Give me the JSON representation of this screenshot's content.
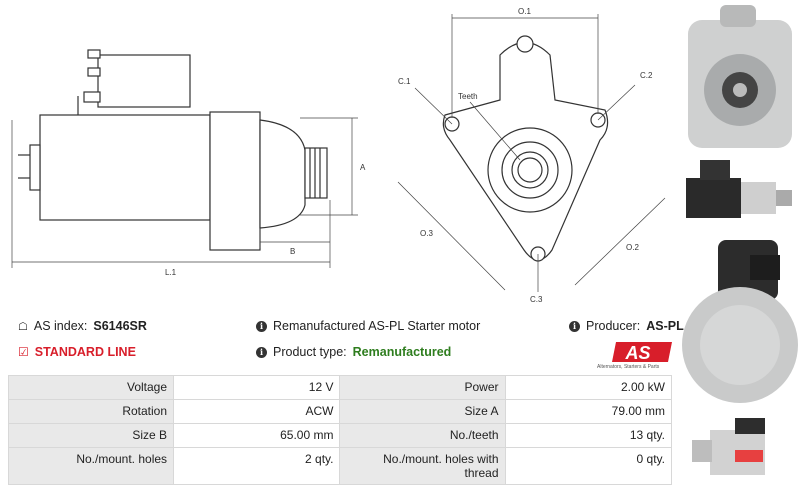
{
  "diagram": {
    "labels": {
      "o1": "O.1",
      "o2": "O.2",
      "o3": "O.3",
      "c1": "C.1",
      "c2": "C.2",
      "c3": "C.3",
      "teeth": "Teeth",
      "a": "A",
      "b": "B",
      "l1": "L.1"
    }
  },
  "info": {
    "as_index_label": "AS index:",
    "as_index_value": "S6146SR",
    "description": "Remanufactured AS-PL Starter motor",
    "producer_label": "Producer:",
    "producer_value": "AS-PL",
    "standard_line": "STANDARD LINE",
    "product_type_label": "Product type:",
    "product_type_value": "Remanufactured",
    "logo_text": "AS",
    "logo_tagline": "Alternators, Starters & Parts"
  },
  "specs": [
    {
      "label1": "Voltage",
      "value1": "12 V",
      "label2": "Power",
      "value2": "2.00 kW"
    },
    {
      "label1": "Rotation",
      "value1": "ACW",
      "label2": "Size A",
      "value2": "79.00 mm"
    },
    {
      "label1": "Size B",
      "value1": "65.00 mm",
      "label2": "No./teeth",
      "value2": "13 qty."
    },
    {
      "label1": "No./mount. holes",
      "value1": "2 qty.",
      "label2": "No./mount. holes with thread",
      "value2": "0 qty."
    }
  ],
  "colors": {
    "accent_red": "#d81e2a",
    "accent_green": "#2e7d1e",
    "table_label_bg": "#e9e9e9"
  }
}
